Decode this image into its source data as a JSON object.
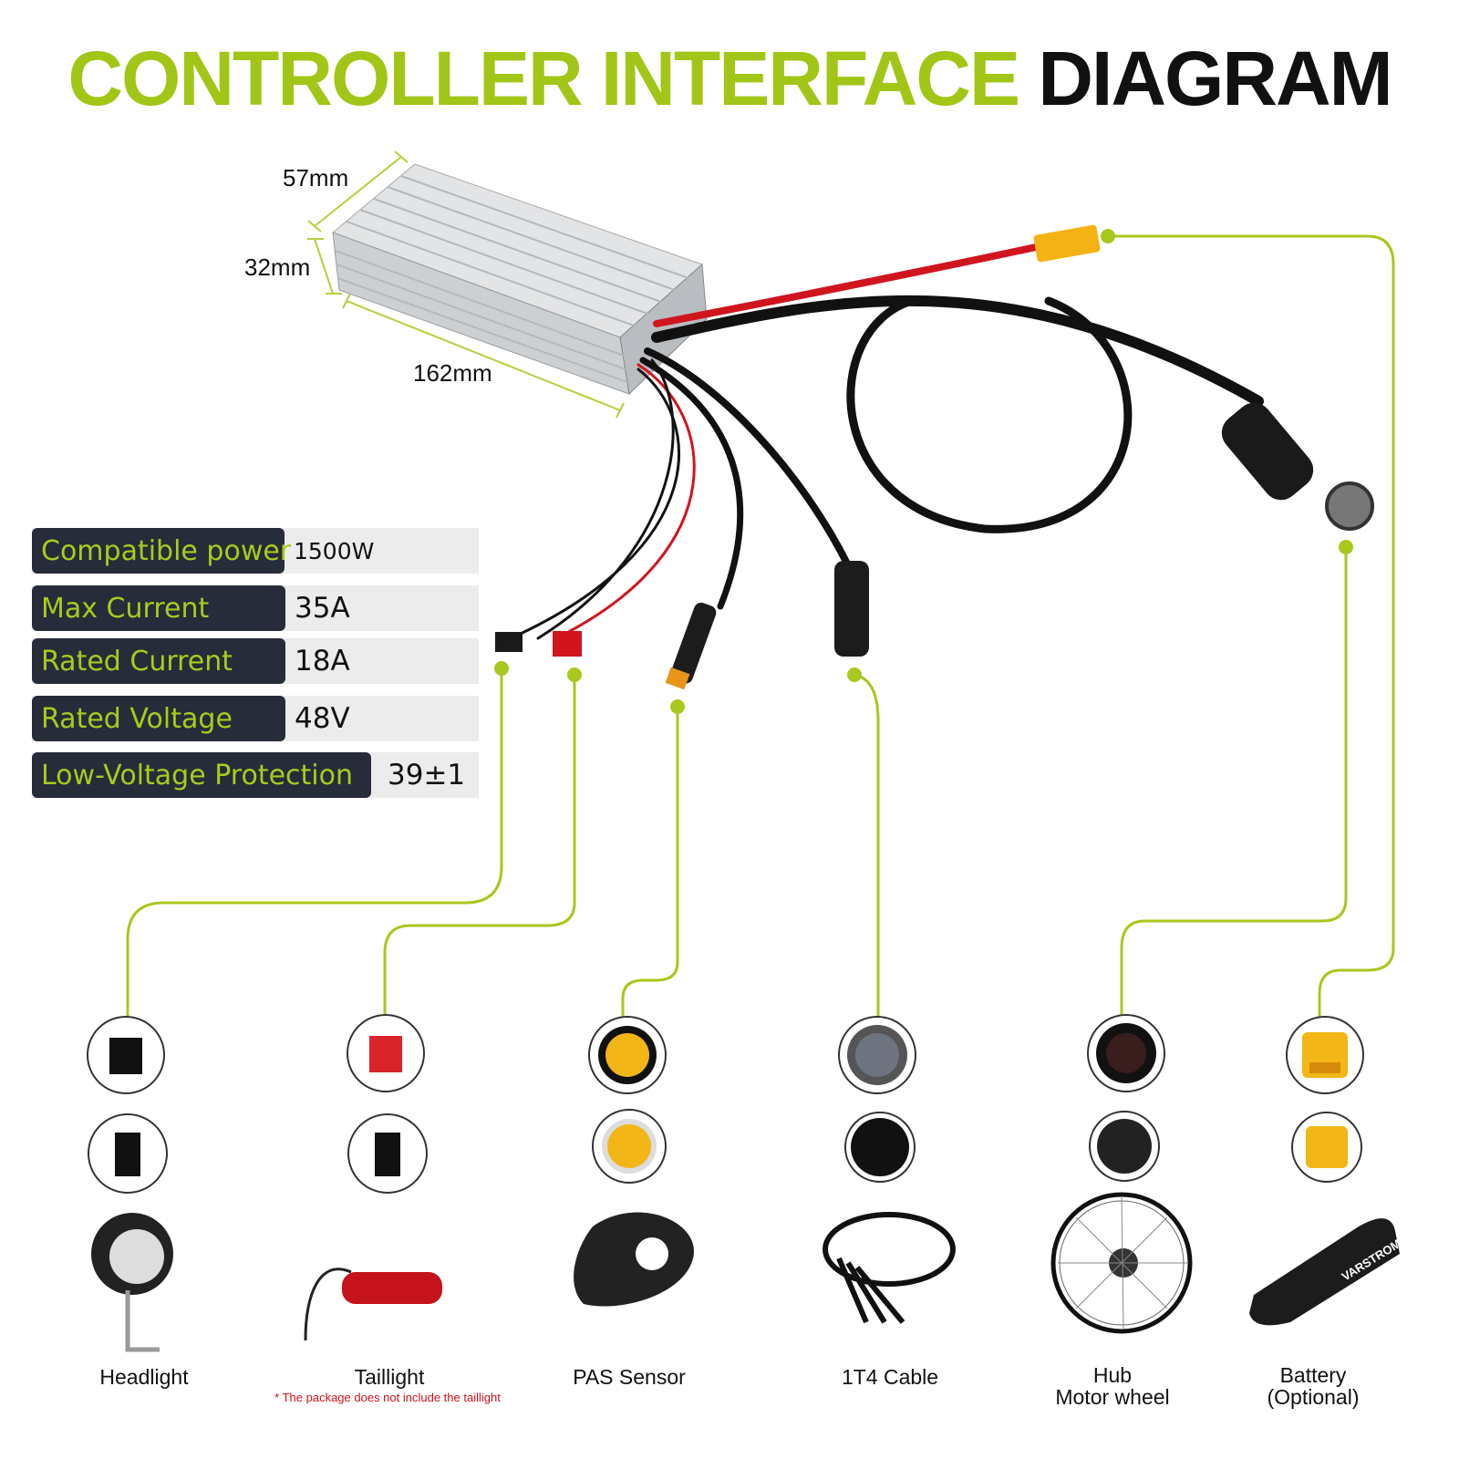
{
  "title": {
    "part1": "CONTROLLER INTERFACE",
    "part2": "DIAGRAM"
  },
  "dimensions": {
    "width": "57mm",
    "height": "32mm",
    "length": "162mm"
  },
  "specs": [
    {
      "label": "Compatible power",
      "value": "1500W"
    },
    {
      "label": "Max Current",
      "value": "35A"
    },
    {
      "label": "Rated Current",
      "value": "18A"
    },
    {
      "label": "Rated Voltage",
      "value": "48V"
    },
    {
      "label": "Low-Voltage Protection",
      "value": "39±1"
    }
  ],
  "components": [
    {
      "label": "Headlight"
    },
    {
      "label": "Taillight",
      "note": "* The package does not include the taillight"
    },
    {
      "label": "PAS  Sensor"
    },
    {
      "label": "1T4 Cable"
    },
    {
      "label": "Hub\nMotor wheel",
      "line1": "Hub",
      "line2": "Motor wheel"
    },
    {
      "label": "Battery\n(Optional)",
      "line1": "Battery",
      "line2": "(Optional)",
      "brand": "VARSTROM"
    }
  ],
  "colors": {
    "accent": "#a2c617",
    "label_bg": "#262c3a",
    "value_bg": "#ececec"
  }
}
